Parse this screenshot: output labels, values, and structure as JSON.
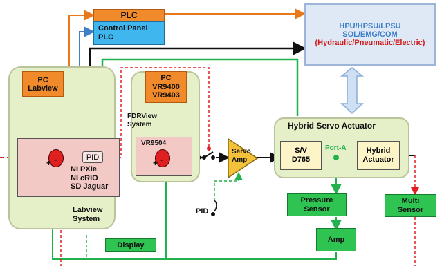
{
  "plc": {
    "title": "PLC",
    "control_panel": "Control Panel\nPLC"
  },
  "hpu": {
    "line1": "HPU/HPSU/LPSU",
    "line2": "SOL/EMG/COM",
    "line3": "(Hydraulic/Pneumatic/Electric)"
  },
  "labview": {
    "pc": "PC\nLabview",
    "pid": "PID",
    "hardware": "NI PXIe\nNI cRIO\nSD Jaguar",
    "system": "Labview\nSystem"
  },
  "fdrview": {
    "pc": "PC\nVR9400\nVR9403",
    "system": "FDRView\nSystem",
    "controller": "VR9504"
  },
  "servo_amp": "Servo\nAmp",
  "hybrid": {
    "title": "Hybrid Servo Actuator",
    "sv": "S/V\nD765",
    "port": "Port-A",
    "actuator": "Hybrid\nActuator"
  },
  "pressure_sensor": "Pressure\nSensor",
  "amp": "Amp",
  "multi_sensor": "Multi\nSensor",
  "pid_label": "PID",
  "display": "Display",
  "colors": {
    "orange": "#e8781a",
    "green": "#22b14c",
    "red": "#e02020",
    "blue": "#3d7fc9",
    "tan": "#c9996a"
  }
}
